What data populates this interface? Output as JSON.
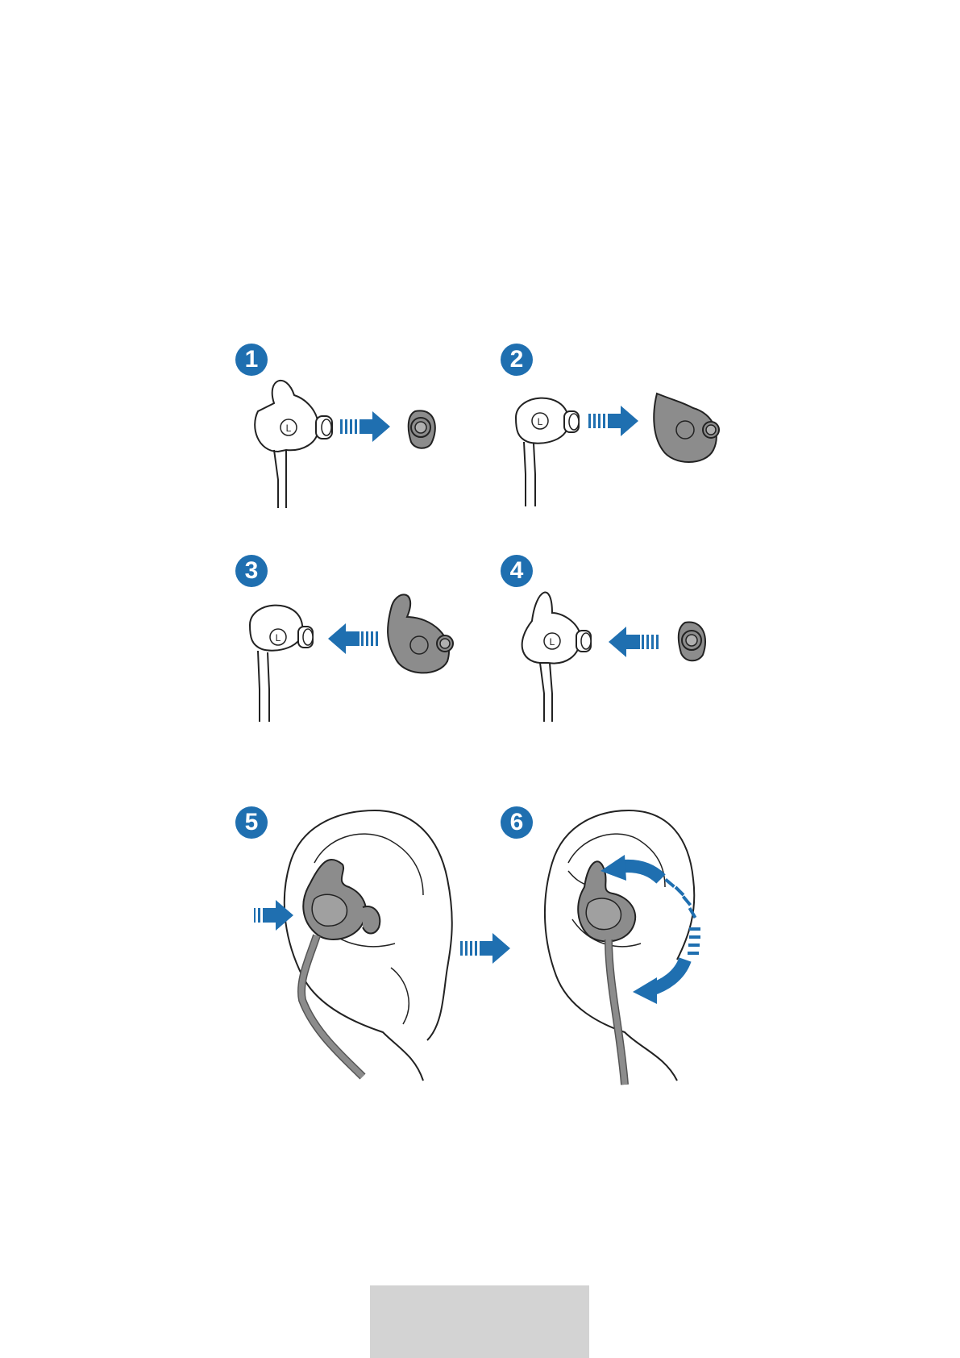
{
  "steps": [
    {
      "number": "1"
    },
    {
      "number": "2"
    },
    {
      "number": "3"
    },
    {
      "number": "4"
    },
    {
      "number": "5"
    },
    {
      "number": "6"
    }
  ],
  "earbud_letter": "L",
  "colors": {
    "accent": "#1f6fb0",
    "tip_gray": "#8c8c8c",
    "line": "#222222",
    "footer_bar": "#d3d3d3"
  }
}
